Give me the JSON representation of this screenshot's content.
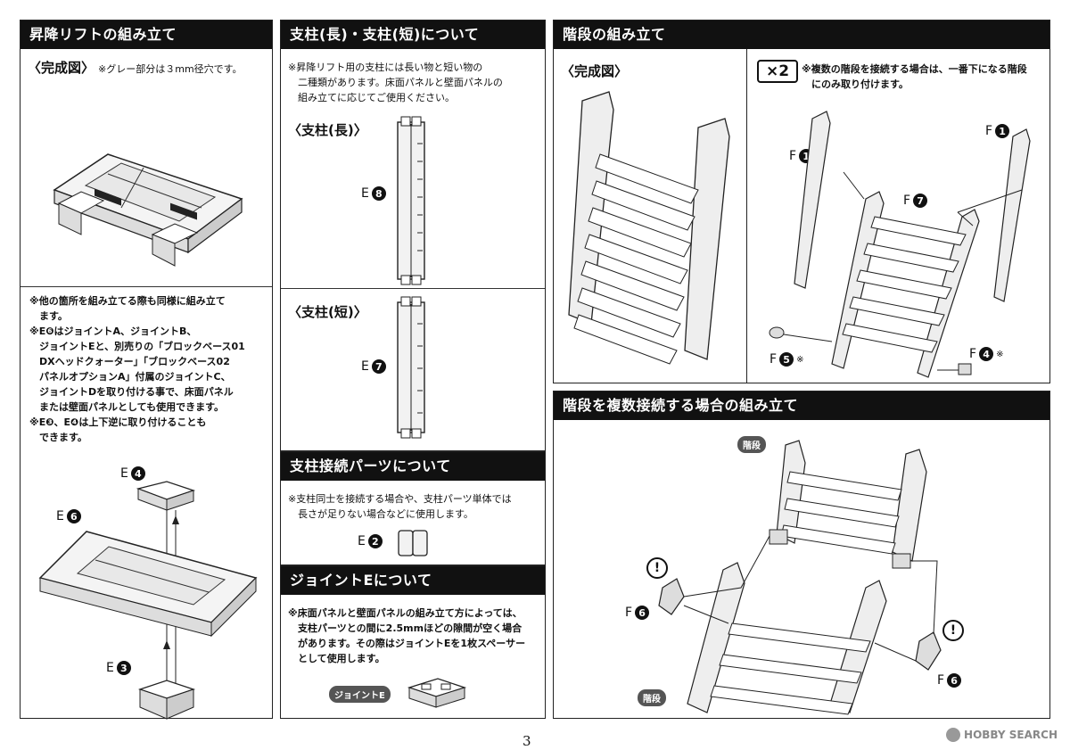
{
  "page_number": "3",
  "watermark": "HOBBY SEARCH",
  "lift": {
    "title": "昇降リフトの組み立て",
    "complete_label": "〈完成図〉",
    "complete_note": "※グレー部分は３mm径穴です。",
    "notes": [
      "※他の箇所を組み立てる際も同様に組み立て",
      "　ます。",
      "※E❻はジョイントA、ジョイントB、",
      "　ジョイントEと、別売りの「ブロックベース01",
      "　DXヘッドクォーター」「ブロックベース02",
      "　パネルオプションA」付属のジョイントC、",
      "　ジョイントDを取り付ける事で、床面パネル",
      "　または壁面パネルとしても使用できます。",
      "※E❸、E❹は上下逆に取り付けることも",
      "　できます。"
    ],
    "parts": {
      "e4": "E",
      "e4n": "4",
      "e6": "E",
      "e6n": "6",
      "e3": "E",
      "e3n": "3"
    }
  },
  "pillar": {
    "title": "支柱(長)・支柱(短)について",
    "notes": [
      "※昇降リフト用の支柱には長い物と短い物の",
      "　二種類があります。床面パネルと壁面パネルの",
      "　組み立てに応じてご使用ください。"
    ],
    "long_label": "〈支柱(長)〉",
    "short_label": "〈支柱(短)〉",
    "parts": {
      "e8": "E",
      "e8n": "8",
      "e7": "E",
      "e7n": "7"
    }
  },
  "connector": {
    "title": "支柱接続パーツについて",
    "notes": [
      "※支柱同士を接続する場合や、支柱パーツ単体では",
      "　長さが足りない場合などに使用します。"
    ],
    "parts": {
      "e2": "E",
      "e2n": "2"
    }
  },
  "jointE": {
    "title": "ジョイントEについて",
    "notes": [
      "※床面パネルと壁面パネルの組み立て方によっては、",
      "　支柱パーツとの間に2.5mmほどの隙間が空く場合",
      "　があります。その際はジョイントEを1枚スペーサー",
      "　として使用します。"
    ],
    "badge": "ジョイントE"
  },
  "stairs": {
    "title": "階段の組み立て",
    "complete_label": "〈完成図〉",
    "times": "×2",
    "note_lines": [
      "※複数の階段を接続する場合は、一番下になる階段",
      "　にのみ取り付けます。"
    ],
    "parts": {
      "f1a": "F",
      "f1an": "1",
      "f1b": "F",
      "f1bn": "1",
      "f7": "F",
      "f7n": "7",
      "f5": "F",
      "f5n": "5",
      "f5s": "※",
      "f4": "F",
      "f4n": "4",
      "f4s": "※"
    }
  },
  "multi": {
    "title": "階段を複数接続する場合の組み立て",
    "badge_top": "階段",
    "badge_bottom": "階段",
    "excl": "!",
    "parts": {
      "f6a": "F",
      "f6an": "6",
      "f6b": "F",
      "f6bn": "6"
    }
  }
}
